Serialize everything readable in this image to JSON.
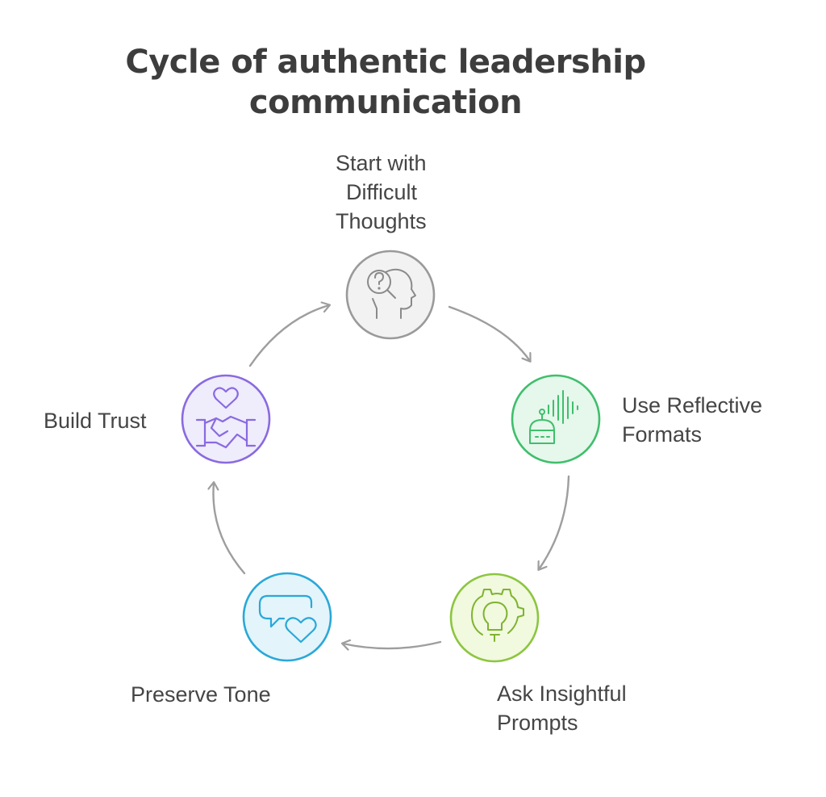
{
  "title": {
    "line1": "Cycle of authentic leadership",
    "line2": "communication"
  },
  "steps": [
    {
      "lines": [
        "Start with",
        "Difficult",
        "Thoughts"
      ],
      "icon": "thinking-head-question-icon",
      "fill": "#f2f2f2",
      "stroke": "#9a9a9a"
    },
    {
      "lines": [
        "Use Reflective",
        "Formats"
      ],
      "icon": "robot-sound-wave-icon",
      "fill": "#e6f7ec",
      "stroke": "#3fbf6b"
    },
    {
      "lines": [
        "Ask Insightful",
        "Prompts"
      ],
      "icon": "gear-lightbulb-icon",
      "fill": "#f1f9df",
      "stroke": "#8cc63f"
    },
    {
      "lines": [
        "Preserve Tone"
      ],
      "icon": "speech-bubble-heart-icon",
      "fill": "#e3f4fb",
      "stroke": "#2aa8d8"
    },
    {
      "lines": [
        "Build Trust"
      ],
      "icon": "handshake-heart-icon",
      "fill": "#efecfc",
      "stroke": "#8a6ae0"
    }
  ],
  "arrow_color": "#9e9e9e"
}
